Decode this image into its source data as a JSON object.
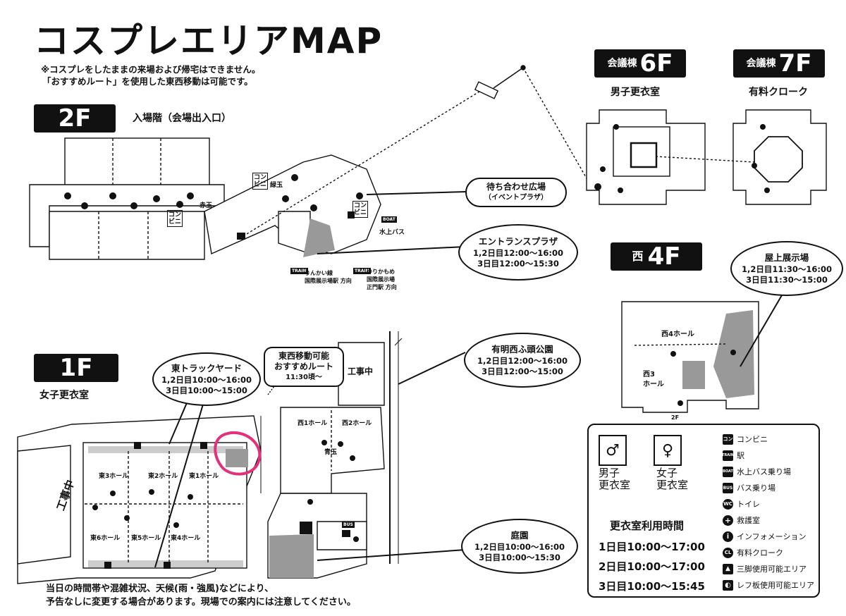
{
  "title": "コスプレエリアMAP",
  "notes": [
    "※コスプレをしたままの来場および帰宅はできません。",
    "「おすすめルート」を使用した東西移動は可能です。"
  ],
  "floors": {
    "f2": {
      "badge": "2F",
      "sub": "入場階（会場出入口）"
    },
    "f1": {
      "badge": "1F",
      "sub": "女子更衣室"
    },
    "f6": {
      "prefix": "会議棟",
      "badge": "6F",
      "sub": "男子更衣室"
    },
    "f7": {
      "prefix": "会議棟",
      "badge": "7F",
      "sub": "有料クローク"
    },
    "f4": {
      "prefix": "西",
      "badge": "4F"
    }
  },
  "callouts": {
    "machiawase": {
      "title": "待ち合わせ広場",
      "sub": "（イベントプラザ）"
    },
    "entrance": {
      "title": "エントランスプラザ",
      "l1": "1,2日目12:00～16:00",
      "l2": "3日目12:00～15:30"
    },
    "rooftop": {
      "title": "屋上展示場",
      "l1": "1,2日目11:30～16:00",
      "l2": "3日目11:30～15:00"
    },
    "east_track": {
      "title": "東トラックヤード",
      "l1": "1,2日目10:00～16:00",
      "l2": "3日目10:00～15:00"
    },
    "route": {
      "l1": "東西移動可能",
      "l2": "おすすめルート",
      "l3": "11:30頃～"
    },
    "ariake": {
      "title": "有明西ふ頭公園",
      "l1": "1,2日目12:00～16:00",
      "l2": "3日目12:00～15:00"
    },
    "teien": {
      "title": "庭園",
      "l1": "1,2日目10:00～16:00",
      "l2": "3日目10:00～15:30"
    }
  },
  "map_labels": {
    "halls_east": [
      "東3ホール",
      "東2ホール",
      "東1ホール",
      "東6ホール",
      "東5ホール",
      "東4ホール"
    ],
    "halls_west": [
      "西1ホール",
      "西2ホール"
    ],
    "west4": [
      "西4ホール",
      "西3",
      "ホール"
    ],
    "construction_v": "工事中",
    "construction_h": "工事中",
    "konbini": [
      "コン",
      "ビニ"
    ],
    "midori": "緑玉",
    "aka": "赤玉",
    "ao": "青玉",
    "water_bus": "水上バス",
    "boat": "BOAT",
    "bus": "BUS",
    "train": "TRAIN",
    "rinkai": [
      "りんかい線",
      "国際展示場駅 方向"
    ],
    "yurikamome": [
      "ゆりかもめ",
      "国際展示場",
      "正門駅 方向"
    ],
    "stair_2f": "2F"
  },
  "legend": {
    "male": [
      "男子",
      "更衣室"
    ],
    "female": [
      "女子",
      "更衣室"
    ],
    "hours_title": "更衣室利用時間",
    "hours": [
      "1日目10:00～17:00",
      "2日目10:00～17:00",
      "3日目10:00～15:45"
    ],
    "items": [
      {
        "icon": "コン",
        "label": "コンビニ"
      },
      {
        "icon": "TRAIN",
        "label": "駅"
      },
      {
        "icon": "BOAT",
        "label": "水上バス乗り場"
      },
      {
        "icon": "BUS",
        "label": "バス乗り場"
      },
      {
        "icon": "WC",
        "label": "トイレ"
      },
      {
        "icon": "+",
        "label": "救護室"
      },
      {
        "icon": "i",
        "label": "インフォメーション"
      },
      {
        "icon": "CL",
        "label": "有料クローク"
      },
      {
        "icon": "▲",
        "label": "三脚使用可能エリア"
      },
      {
        "icon": "◐",
        "label": "レフ板使用可能エリア"
      }
    ]
  },
  "footer": [
    "当日の時間帯や混雑状況、天候(雨・強風)などにより、",
    "予告なしに変更する場合があります。現場での案内には注意してください。"
  ]
}
